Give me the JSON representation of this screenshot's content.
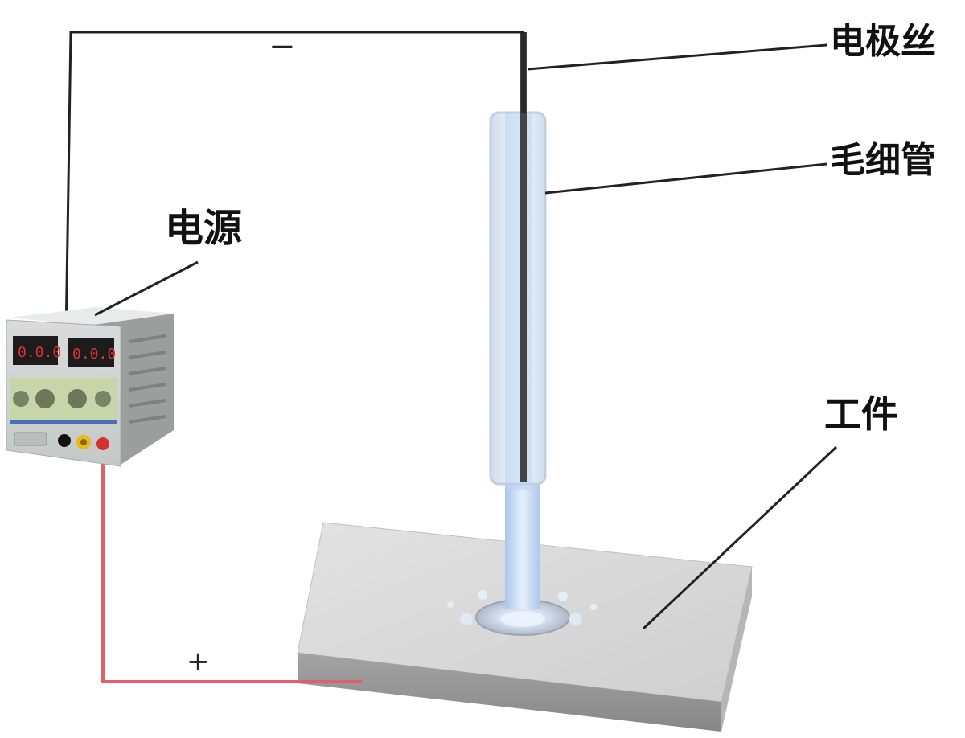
{
  "labels": {
    "power_supply": "电源",
    "electrode_wire": "电极丝",
    "capillary": "毛细管",
    "workpiece": "工件"
  },
  "polarity": {
    "negative": "−",
    "positive": "+"
  },
  "colors": {
    "negative_wire": "#222222",
    "positive_wire": "#e0606a",
    "capillary_glass": "#dbe6f3",
    "electrolyte_jet": "#bcd3f0",
    "workpiece_top": "#d6d6d6",
    "workpiece_side": "#9a9a9a",
    "display_digits": "#e03030"
  },
  "icons": {
    "power_supply": "dc-power-supply-icon"
  }
}
